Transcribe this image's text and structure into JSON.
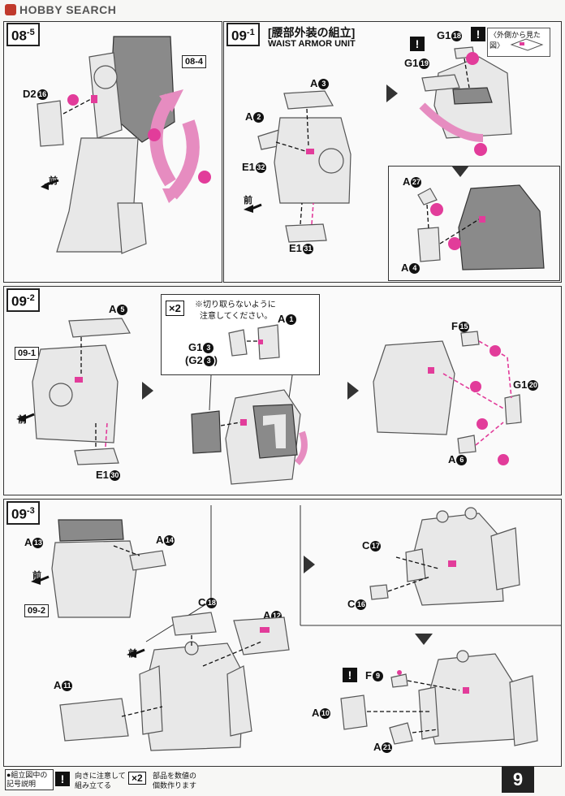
{
  "header": {
    "logo_text": "HOBBY SEARCH"
  },
  "steps": {
    "s085": {
      "main": "08",
      "sub": "5"
    },
    "s091": {
      "main": "09",
      "sub": "1",
      "title_jp": "[腰部外装の組立]",
      "title_en": "WAIST ARMOR UNIT"
    },
    "s092": {
      "main": "09",
      "sub": "2"
    },
    "s093": {
      "main": "09",
      "sub": "3"
    }
  },
  "refs": {
    "r084": "08-4",
    "r091": "09-1",
    "r092": "09-2"
  },
  "parts": {
    "d2_16": {
      "letter": "D2",
      "num": "16"
    },
    "a3": {
      "letter": "A",
      "num": "3"
    },
    "a2": {
      "letter": "A",
      "num": "2"
    },
    "e1_32": {
      "letter": "E1",
      "num": "32"
    },
    "e1_31": {
      "letter": "E1",
      "num": "31"
    },
    "g1_18": {
      "letter": "G1",
      "num": "18"
    },
    "g1_19": {
      "letter": "G1",
      "num": "19"
    },
    "a27": {
      "letter": "A",
      "num": "27"
    },
    "a4": {
      "letter": "A",
      "num": "4"
    },
    "a5": {
      "letter": "A",
      "num": "5"
    },
    "e1_30": {
      "letter": "E1",
      "num": "30"
    },
    "g1_3": {
      "letter": "G1",
      "num": "3"
    },
    "g2_3": {
      "letter": "(G2",
      "num": "3",
      "close": ")"
    },
    "a1": {
      "letter": "A",
      "num": "1"
    },
    "f15": {
      "letter": "F",
      "num": "15"
    },
    "g1_20": {
      "letter": "G1",
      "num": "20"
    },
    "a6": {
      "letter": "A",
      "num": "6"
    },
    "a13": {
      "letter": "A",
      "num": "13"
    },
    "a14": {
      "letter": "A",
      "num": "14"
    },
    "c17": {
      "letter": "C",
      "num": "17"
    },
    "c16": {
      "letter": "C",
      "num": "16"
    },
    "c18": {
      "letter": "C",
      "num": "18"
    },
    "a12": {
      "letter": "A",
      "num": "12"
    },
    "a11": {
      "letter": "A",
      "num": "11"
    },
    "f9": {
      "letter": "F",
      "num": "9"
    },
    "a10": {
      "letter": "A",
      "num": "10"
    },
    "a21": {
      "letter": "A",
      "num": "21"
    }
  },
  "notes": {
    "mae": "前",
    "outer_view": "〈外側から見た図〉",
    "x2": "×2",
    "cut_note_line1": "※切り取らないように",
    "cut_note_line2": "注意してください。",
    "excl": "!"
  },
  "legend": {
    "item1": "●組立図中の記号説明",
    "item2_line1": "向きに注意して",
    "item2_line2": "組み立てる",
    "item3_line1": "部品を数値の",
    "item3_line2": "個数作ります"
  },
  "page_number": "9",
  "colors": {
    "accent": "#e23c9a",
    "line": "#222222"
  }
}
